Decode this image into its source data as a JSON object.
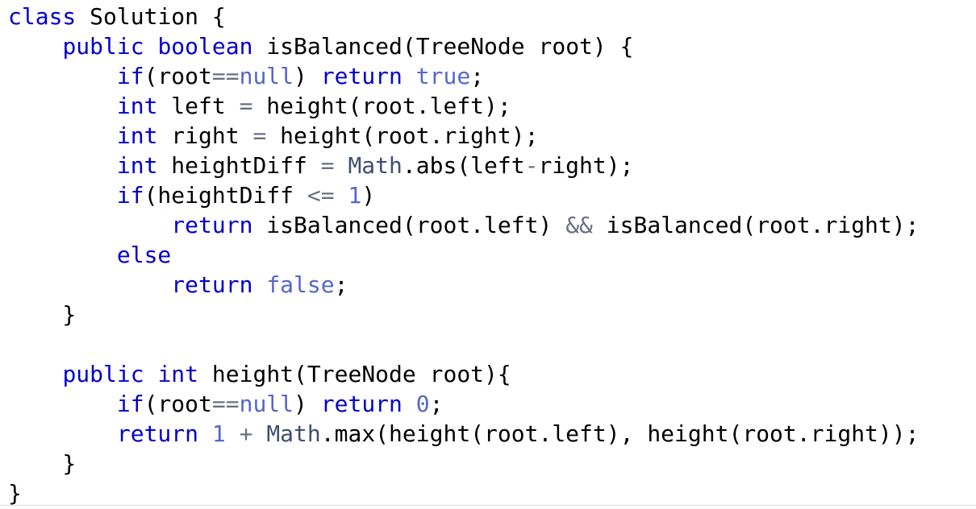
{
  "colors": {
    "background": "#ffffff",
    "text": "#000000",
    "keyword": "#0000cc",
    "literal": "#5566cc",
    "operator": "#6a7080",
    "class_ref": "#3d4f6e"
  },
  "lines": [
    [
      {
        "t": "class",
        "c": "kw"
      },
      {
        "t": " Solution {",
        "c": "txt"
      }
    ],
    [
      {
        "t": "    ",
        "c": "txt"
      },
      {
        "t": "public",
        "c": "kw"
      },
      {
        "t": " ",
        "c": "txt"
      },
      {
        "t": "boolean",
        "c": "kw"
      },
      {
        "t": " isBalanced(TreeNode root) {",
        "c": "txt"
      }
    ],
    [
      {
        "t": "        ",
        "c": "txt"
      },
      {
        "t": "if",
        "c": "kw"
      },
      {
        "t": "(root",
        "c": "txt"
      },
      {
        "t": "==",
        "c": "op"
      },
      {
        "t": "null",
        "c": "lit"
      },
      {
        "t": ") ",
        "c": "txt"
      },
      {
        "t": "return",
        "c": "kw"
      },
      {
        "t": " ",
        "c": "txt"
      },
      {
        "t": "true",
        "c": "lit"
      },
      {
        "t": ";",
        "c": "txt"
      }
    ],
    [
      {
        "t": "        ",
        "c": "txt"
      },
      {
        "t": "int",
        "c": "kw"
      },
      {
        "t": " left ",
        "c": "txt"
      },
      {
        "t": "=",
        "c": "op"
      },
      {
        "t": " height(root.left);",
        "c": "txt"
      }
    ],
    [
      {
        "t": "        ",
        "c": "txt"
      },
      {
        "t": "int",
        "c": "kw"
      },
      {
        "t": " right ",
        "c": "txt"
      },
      {
        "t": "=",
        "c": "op"
      },
      {
        "t": " height(root.right);",
        "c": "txt"
      }
    ],
    [
      {
        "t": "        ",
        "c": "txt"
      },
      {
        "t": "int",
        "c": "kw"
      },
      {
        "t": " heightDiff ",
        "c": "txt"
      },
      {
        "t": "=",
        "c": "op"
      },
      {
        "t": " ",
        "c": "txt"
      },
      {
        "t": "Math",
        "c": "cls"
      },
      {
        "t": ".abs(left",
        "c": "txt"
      },
      {
        "t": "-",
        "c": "op"
      },
      {
        "t": "right);",
        "c": "txt"
      }
    ],
    [
      {
        "t": "        ",
        "c": "txt"
      },
      {
        "t": "if",
        "c": "kw"
      },
      {
        "t": "(heightDiff ",
        "c": "txt"
      },
      {
        "t": "<=",
        "c": "op"
      },
      {
        "t": " ",
        "c": "txt"
      },
      {
        "t": "1",
        "c": "lit"
      },
      {
        "t": ")",
        "c": "txt"
      }
    ],
    [
      {
        "t": "            ",
        "c": "txt"
      },
      {
        "t": "return",
        "c": "kw"
      },
      {
        "t": " isBalanced(root.left) ",
        "c": "txt"
      },
      {
        "t": "&&",
        "c": "op"
      },
      {
        "t": " isBalanced(root.right);",
        "c": "txt"
      }
    ],
    [
      {
        "t": "        ",
        "c": "txt"
      },
      {
        "t": "else",
        "c": "kw"
      }
    ],
    [
      {
        "t": "            ",
        "c": "txt"
      },
      {
        "t": "return",
        "c": "kw"
      },
      {
        "t": " ",
        "c": "txt"
      },
      {
        "t": "false",
        "c": "lit"
      },
      {
        "t": ";",
        "c": "txt"
      }
    ],
    [
      {
        "t": "    }",
        "c": "txt"
      }
    ],
    [],
    [
      {
        "t": "    ",
        "c": "txt"
      },
      {
        "t": "public",
        "c": "kw"
      },
      {
        "t": " ",
        "c": "txt"
      },
      {
        "t": "int",
        "c": "kw"
      },
      {
        "t": " height(TreeNode root){",
        "c": "txt"
      }
    ],
    [
      {
        "t": "        ",
        "c": "txt"
      },
      {
        "t": "if",
        "c": "kw"
      },
      {
        "t": "(root",
        "c": "txt"
      },
      {
        "t": "==",
        "c": "op"
      },
      {
        "t": "null",
        "c": "lit"
      },
      {
        "t": ") ",
        "c": "txt"
      },
      {
        "t": "return",
        "c": "kw"
      },
      {
        "t": " ",
        "c": "txt"
      },
      {
        "t": "0",
        "c": "lit"
      },
      {
        "t": ";",
        "c": "txt"
      }
    ],
    [
      {
        "t": "        ",
        "c": "txt"
      },
      {
        "t": "return",
        "c": "kw"
      },
      {
        "t": " ",
        "c": "txt"
      },
      {
        "t": "1",
        "c": "lit"
      },
      {
        "t": " ",
        "c": "txt"
      },
      {
        "t": "+",
        "c": "op"
      },
      {
        "t": " ",
        "c": "txt"
      },
      {
        "t": "Math",
        "c": "cls"
      },
      {
        "t": ".max(height(root.left), height(root.right));",
        "c": "txt"
      }
    ],
    [
      {
        "t": "    }",
        "c": "txt"
      }
    ],
    [
      {
        "t": "}",
        "c": "txt"
      }
    ]
  ]
}
